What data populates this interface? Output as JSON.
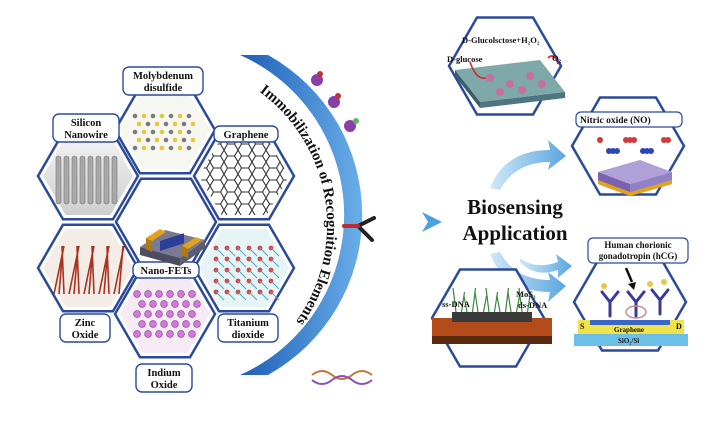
{
  "materials": {
    "molybdenum": [
      "Molybdenum",
      "disulfide"
    ],
    "silicon": [
      "Silicon",
      "Nanowire"
    ],
    "graphene": [
      "Graphene"
    ],
    "titanium": [
      "Titanium",
      "dioxide"
    ],
    "zinc": [
      "Zinc",
      "Oxide"
    ],
    "indium": [
      "Indium",
      "Oxide"
    ],
    "center": [
      "Nano-FETs"
    ]
  },
  "arc": {
    "title": "Immobilization of Recognition Elements"
  },
  "center_title": [
    "Biosensing",
    "Application"
  ],
  "applications": {
    "glucose": {
      "reaction": "D-Glucolsctose+H₂O₂",
      "substrate": "D-glucose",
      "product": "O₂"
    },
    "no": {
      "label": "Nitric oxide (NO)"
    },
    "hcg": {
      "label": [
        "Human chorionic",
        "gonadotropin (hCG)"
      ],
      "graphene": "Graphene",
      "sio2": "SiO₂/Si",
      "s": "S",
      "d": "D"
    },
    "dna": {
      "ss": "ss-DNA",
      "mos2": "MoS₂",
      "ds": "ds-DNA"
    }
  },
  "colors": {
    "hex_outline": "#2b4a9c",
    "arc_blue": "#3d85d6",
    "arrow_blue": "#6fb3e6",
    "label_fill": "#ffffff"
  }
}
